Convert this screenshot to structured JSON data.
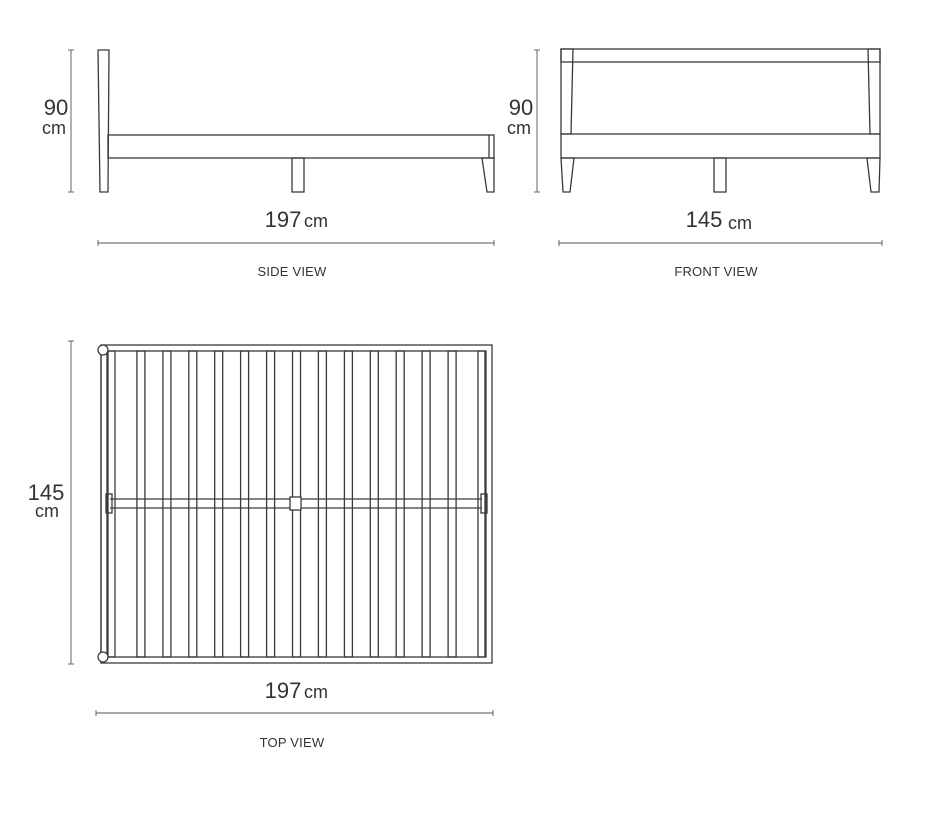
{
  "side_view": {
    "caption": "SIDE VIEW",
    "height_value": "90",
    "height_unit": "cm",
    "length_value": "197",
    "length_unit": "cm"
  },
  "front_view": {
    "caption": "FRONT VIEW",
    "height_value": "90",
    "height_unit": "cm",
    "width_value": "145",
    "width_unit": "cm"
  },
  "top_view": {
    "caption": "TOP VIEW",
    "width_value": "145",
    "width_unit": "cm",
    "length_value": "197",
    "length_unit": "cm",
    "slat_count": 13
  },
  "colors": {
    "line": "#3a3a3a",
    "text": "#333333"
  }
}
